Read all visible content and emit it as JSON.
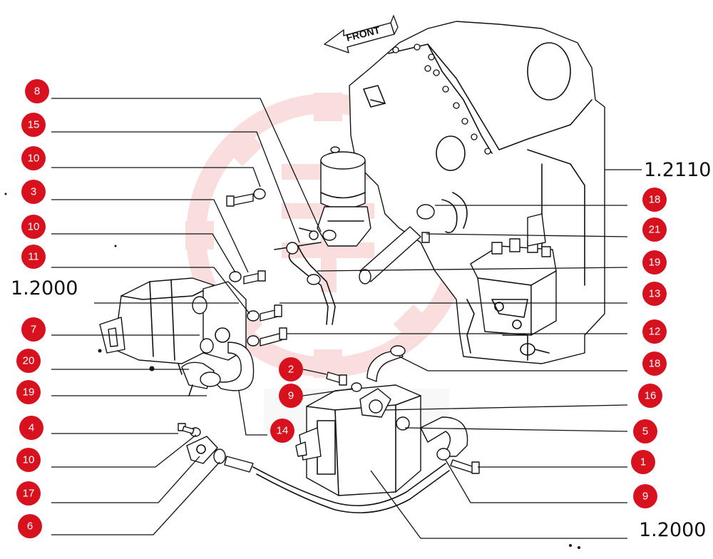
{
  "diagram": {
    "direction_label": "FRONT",
    "accent_color": "#d8111f",
    "watermark_color": "#f6c3c3",
    "assembly_refs": {
      "engine": "1.2110",
      "pump_upper": "1.2000",
      "pump_lower": "1.2000"
    },
    "callouts": {
      "c8": "8",
      "c15": "15",
      "c10a": "10",
      "c3": "3",
      "c10b": "10",
      "c11": "11",
      "c7": "7",
      "c20": "20",
      "c19a": "19",
      "c4": "4",
      "c10c": "10",
      "c17": "17",
      "c6": "6",
      "c2": "2",
      "c9a": "9",
      "c14": "14",
      "c18a": "18",
      "c21": "21",
      "c19b": "19",
      "c13": "13",
      "c12": "12",
      "c18b": "18",
      "c16": "16",
      "c5": "5",
      "c1": "1",
      "c9b": "9"
    }
  }
}
